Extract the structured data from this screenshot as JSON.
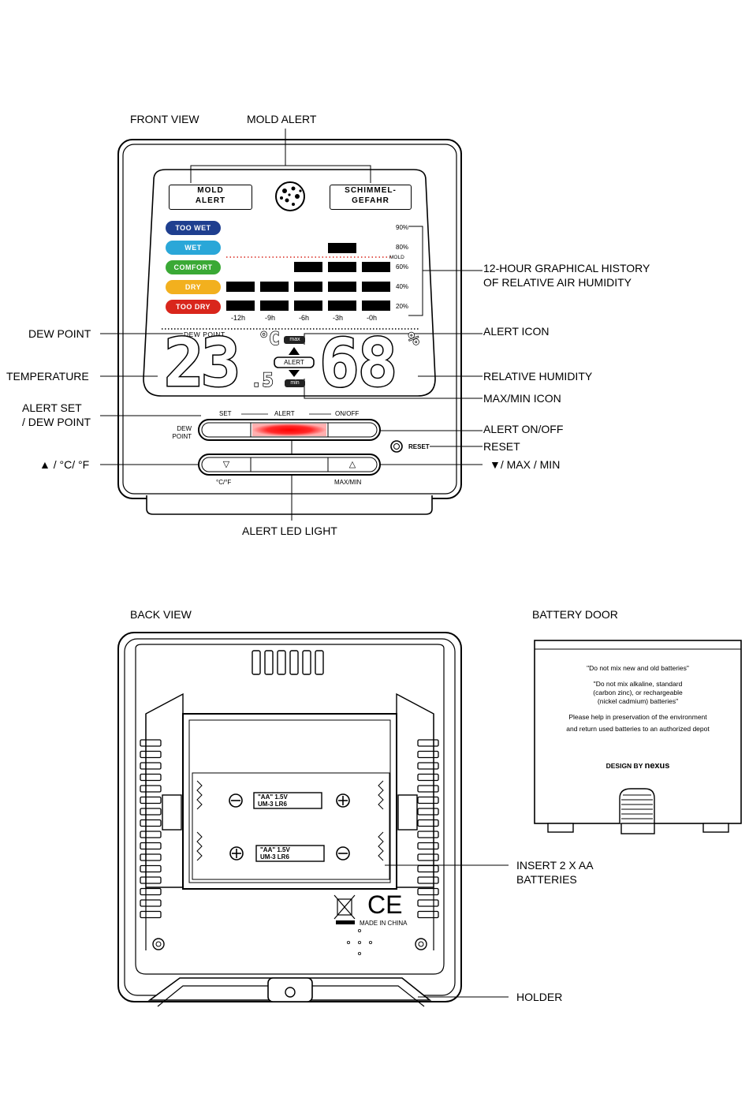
{
  "sections": {
    "front_view": "FRONT VIEW",
    "back_view": "BACK VIEW",
    "battery_door": "BATTERY DOOR"
  },
  "callouts": {
    "mold_alert": "MOLD ALERT",
    "history_line1": "12-HOUR GRAPHICAL HISTORY",
    "history_line2": "OF RELATIVE AIR HUMIDITY",
    "dew_point": "DEW POINT",
    "alert_icon": "ALERT ICON",
    "temperature": "TEMPERATURE",
    "relative_humidity": "RELATIVE HUMIDITY",
    "max_min_icon": "MAX/MIN ICON",
    "alert_set_line1": "ALERT SET",
    "alert_set_line2": "/ DEW POINT",
    "alert_on_off": "ALERT ON/OFF",
    "reset": "RESET",
    "up_c_f": "▲ / °C/ °F",
    "down_max_min": "▼/ MAX / MIN",
    "alert_led_light": "ALERT LED LIGHT",
    "insert_batteries_line1": "INSERT 2 X AA",
    "insert_batteries_line2": "BATTERIES",
    "holder": "HOLDER"
  },
  "display": {
    "mold_alert_box_line1": "MOLD",
    "mold_alert_box_line2": "ALERT",
    "schimmel_box_line1": "SCHIMMEL-",
    "schimmel_box_line2": "GEFAHR",
    "dew_point_label": "DEW POINT",
    "temperature": "23",
    "temperature_decimal": ".5",
    "temp_unit": "°C",
    "humidity": "68",
    "humidity_unit": "%",
    "max_icon": "max",
    "min_icon": "min",
    "alert_icon": "ALERT",
    "mold_marker": "MOLD"
  },
  "humidity_chart": {
    "levels": [
      {
        "label": "TOO WET",
        "color": "#1f3f8f",
        "pct": "90%"
      },
      {
        "label": "WET",
        "color": "#2aa7d8",
        "pct": "80%"
      },
      {
        "label": "COMFORT",
        "color": "#3aa935",
        "pct": "60%"
      },
      {
        "label": "DRY",
        "color": "#f2b01e",
        "pct": "40%"
      },
      {
        "label": "TOO DRY",
        "color": "#d9261c",
        "pct": "20%"
      }
    ],
    "time_labels": [
      "-12h",
      "-9h",
      "-6h",
      "-3h",
      "-0h"
    ],
    "bar_levels": [
      2,
      2,
      3,
      4,
      3
    ],
    "mold_line_color": "#d9261c"
  },
  "buttons": {
    "dew_point_side_line1": "DEW",
    "dew_point_side_line2": "POINT",
    "set_label": "SET",
    "alert_label": "ALERT",
    "on_off_label": "ON/OFF",
    "reset_label": "RESET",
    "cf_label": "°C/°F",
    "max_min_label": "MAX/MIN",
    "up_symbol": "▽",
    "down_symbol": "△",
    "led_color": "#ff1a1a"
  },
  "battery": {
    "cell_label_line1": "\"AA\"   1.5V",
    "cell_label_line2": "UM-3   LR6",
    "made_in": "MADE IN CHINA",
    "ce_mark": "CE"
  },
  "door_text": {
    "line1": "\"Do not mix new and old batteries\"",
    "line2": "\"Do not mix alkaline, standard",
    "line3": "(carbon zinc), or rechargeable",
    "line4": "(nickel cadmium) batteries\"",
    "line5": "Please help in preservation of the environment",
    "line6": "and return used batteries to an authorized depot",
    "design_by": "DESIGN BY",
    "brand": "nexus"
  }
}
